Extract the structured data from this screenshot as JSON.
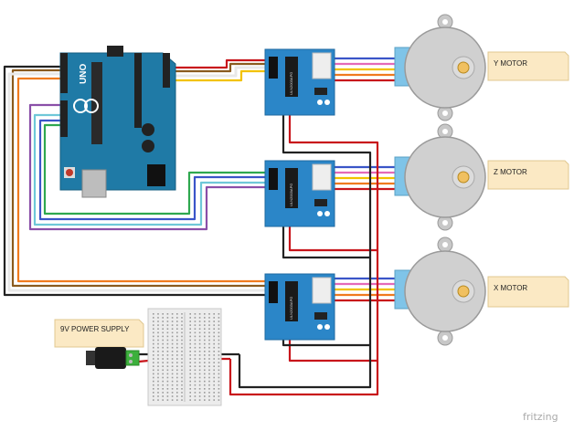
{
  "labels": {
    "y_motor": "Y   MOTOR",
    "z_motor": "Z  MOTOR",
    "x_motor": "X   MOTOR",
    "power_supply": "9V  POWER SUPPLY",
    "brand": "fritzing",
    "arduino_mark": "UNO",
    "driver_chip": "ULN2003APG"
  },
  "colors": {
    "arduino_blue": "#1f7aa6",
    "driver_blue": "#2b86c8",
    "motor_gray": "#c8c8c8",
    "note_yellow": "#fbe9c4",
    "wire_red": "#c8151b",
    "wire_black": "#222222",
    "wire_orange": "#f07a1e",
    "wire_yellow": "#f2c200",
    "wire_pink": "#e46ab8",
    "wire_blue": "#3a55c8",
    "wire_green": "#2fa84f",
    "wire_purple": "#8a4fa8",
    "wire_brown": "#8a5a1e",
    "wire_white": "#e8e8e8",
    "wire_teal": "#6fc8d8"
  }
}
